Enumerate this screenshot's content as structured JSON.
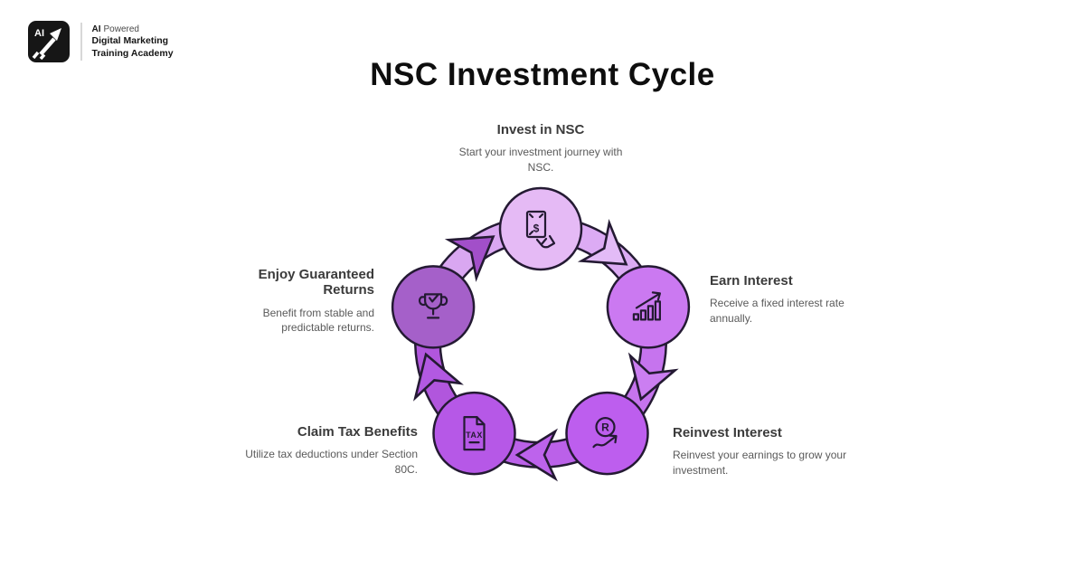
{
  "logo": {
    "badge_text": "AI",
    "brand_bold": "AI",
    "brand_rest": "Powered",
    "brand_line2": "Digital Marketing",
    "brand_line3": "Training Academy"
  },
  "title": "NSC Investment Cycle",
  "colors": {
    "background": "#ffffff",
    "outline": "#241a33",
    "title_text": "#0e0e0e",
    "heading_text": "#3b3b3b",
    "body_text": "#5a5a5a"
  },
  "steps": [
    {
      "label": "Invest in NSC",
      "description": "Start your investment journey with NSC.",
      "icon": "money-hand-icon",
      "icon_glyph": "$",
      "circle_color": "#e5baf5"
    },
    {
      "label": "Earn Interest",
      "description": "Receive a fixed interest rate annually.",
      "icon": "growth-chart-icon",
      "icon_glyph": "",
      "circle_color": "#cb79f1"
    },
    {
      "label": "Reinvest Interest",
      "description": "Reinvest your earnings to grow your investment.",
      "icon": "reinvest-arrow-icon",
      "icon_glyph": "R",
      "circle_color": "#bd5eee"
    },
    {
      "label": "Claim Tax Benefits",
      "description": "Utilize tax deductions under Section 80C.",
      "icon": "tax-document-icon",
      "icon_glyph": "TAX",
      "circle_color": "#b658e7"
    },
    {
      "label": "Enjoy Guaranteed Returns",
      "description": "Benefit from stable and predictable returns.",
      "icon": "trophy-check-icon",
      "icon_glyph": "",
      "circle_color": "#a560c9"
    }
  ],
  "ring": {
    "segments": [
      {
        "color": "#dcabf4"
      },
      {
        "color": "#c674ee"
      },
      {
        "color": "#bb61e9"
      },
      {
        "color": "#b156dd"
      },
      {
        "color": "#d9a7f1"
      }
    ],
    "arrowheads": [
      {
        "color": "#e3bbf7"
      },
      {
        "color": "#cb7ef1"
      },
      {
        "color": "#bd63ec"
      },
      {
        "color": "#b259e2"
      },
      {
        "color": "#a24fc9"
      }
    ]
  }
}
